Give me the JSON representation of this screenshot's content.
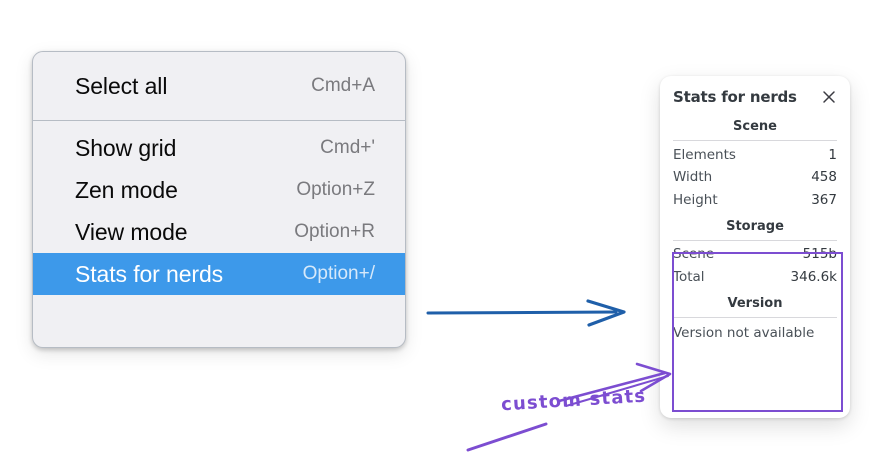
{
  "colors": {
    "page_background": "#ffffff",
    "menu_background": "#f0f0f3",
    "menu_border": "#b6bcc4",
    "menu_selected": "#3d99ea",
    "annotation_blue": "#1f5fa9",
    "annotation_purple": "#7c4dd1",
    "panel_background": "#ffffff",
    "panel_text": "#343a40"
  },
  "context_menu": {
    "groups": [
      {
        "items": [
          {
            "label": "Select all",
            "shortcut": "Cmd+A",
            "selected": false
          }
        ]
      },
      {
        "items": [
          {
            "label": "Show grid",
            "shortcut": "Cmd+'",
            "selected": false
          },
          {
            "label": "Zen mode",
            "shortcut": "Option+Z",
            "selected": false
          },
          {
            "label": "View mode",
            "shortcut": "Option+R",
            "selected": false
          },
          {
            "label": "Stats for nerds",
            "shortcut": "Option+/",
            "selected": true
          }
        ]
      }
    ]
  },
  "stats_panel": {
    "title": "Stats for nerds",
    "close_icon": "close-icon",
    "sections": [
      {
        "name": "Scene",
        "rows": [
          {
            "label": "Elements",
            "value": "1"
          },
          {
            "label": "Width",
            "value": "458"
          },
          {
            "label": "Height",
            "value": "367"
          }
        ]
      },
      {
        "name": "Storage",
        "rows": [
          {
            "label": "Scene",
            "value": "515b"
          },
          {
            "label": "Total",
            "value": "346.6k"
          }
        ]
      },
      {
        "name": "Version",
        "full_row": "Version not available"
      }
    ]
  },
  "annotations": {
    "custom_stats_label": "custom stats",
    "blue_arrow": "arrow-menu-to-panel",
    "purple_arrow": "arrow-label-to-storage-box",
    "purple_underline": "underline-stroke"
  }
}
